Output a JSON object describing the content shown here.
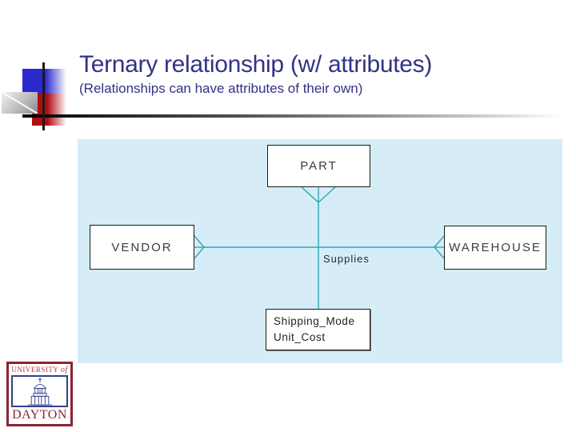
{
  "theme": {
    "title-color": "#323287",
    "panel-bg": "#d6edf8",
    "line-color": "#2da7b5",
    "entity-text-color": "#3c3c3c",
    "deco-blue": "#2b28cf",
    "deco-red": "#b00d12",
    "maroon": "#8b2433",
    "logo-red": "#b13440",
    "logo-blue": "#31418f"
  },
  "slide": {
    "title": "Ternary relationship (w/ attributes)",
    "subtitle": "(Relationships can have attributes of their own)"
  },
  "diagram": {
    "entities": [
      {
        "label": "PART"
      },
      {
        "label": "VENDOR"
      },
      {
        "label": "WAREHOUSE"
      }
    ],
    "relationship": {
      "label": "Supplies"
    },
    "attributes": {
      "lines": [
        "Shipping_Mode",
        "Unit_Cost"
      ]
    }
  },
  "logo": {
    "top_text": "UNIVERSITY ",
    "top_word_of": "of",
    "bottom_text": "DAYTON"
  }
}
